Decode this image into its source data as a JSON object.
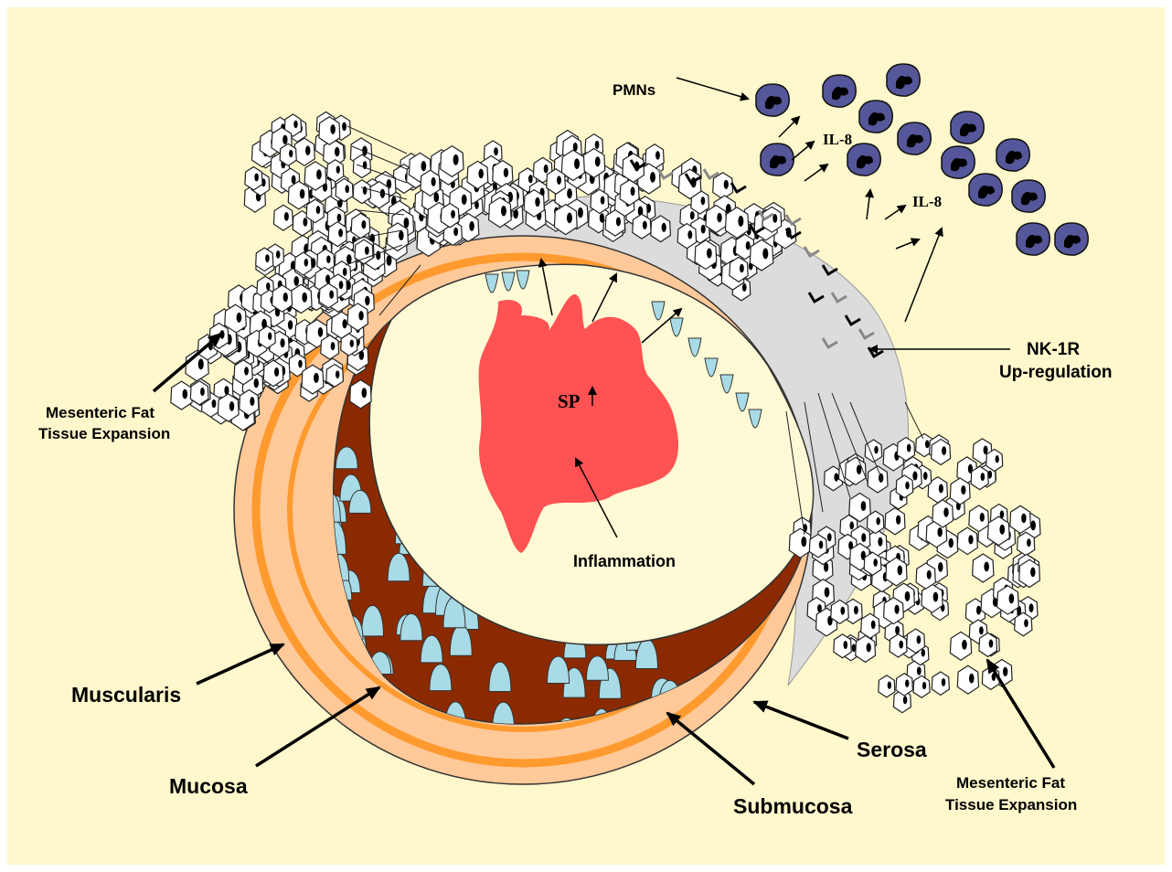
{
  "colors": {
    "background": "#fff8cc",
    "lumen": "#fffad6",
    "muscularis": "#ffc999",
    "serosa_ring": "#ff9a2e",
    "mucosa": "#8b2a00",
    "inflammation": "#ff5252",
    "villi": "#a9dbe6",
    "fat": "#ffffff",
    "fat_connective": "#d9d9d9",
    "pmn": "#55579a",
    "nk1r_marks": "#000000"
  },
  "labels": {
    "pmns": "PMNs",
    "il8_upper": "IL-8",
    "il8_lower": "IL-8",
    "nk1r_line1": "NK-1R",
    "nk1r_line2": "Up-regulation",
    "fat_left_line1": "Mesenteric Fat",
    "fat_left_line2": "Tissue Expansion",
    "fat_right_line1": "Mesenteric Fat",
    "fat_right_line2": "Tissue Expansion",
    "sp": "SP",
    "inflammation": "Inflammation",
    "muscularis": "Muscularis",
    "mucosa": "Mucosa",
    "submucosa": "Submucosa",
    "serosa": "Serosa"
  }
}
